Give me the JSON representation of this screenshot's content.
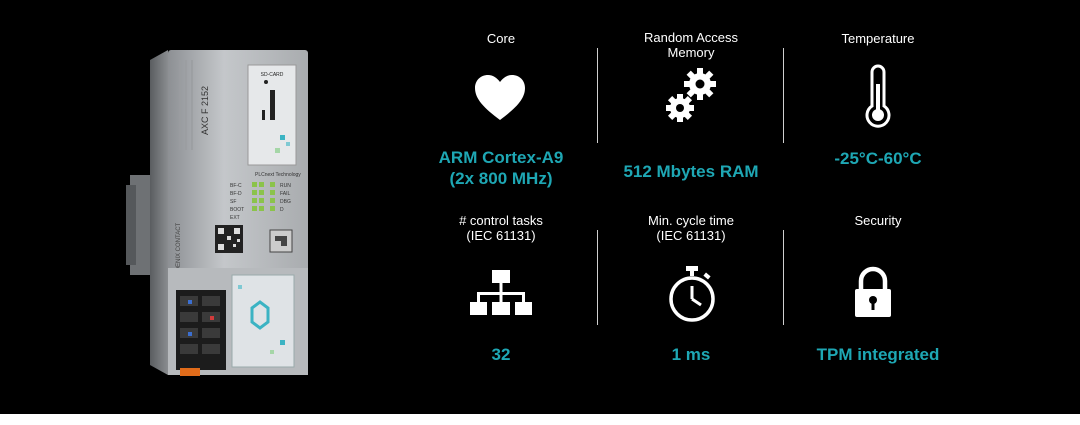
{
  "colors": {
    "background": "#000000",
    "accent": "#1ea7b4",
    "label": "#ffffff"
  },
  "specs": [
    {
      "label": "Core",
      "icon": "heart-icon",
      "value_line1": "ARM Cortex-A9",
      "value_line2": "(2x 800 MHz)"
    },
    {
      "label_line1": "Random Access",
      "label_line2": "Memory",
      "icon": "gears-icon",
      "value": "512 Mbytes RAM"
    },
    {
      "label": "Temperature",
      "icon": "thermometer-icon",
      "value": "-25°C-60°C"
    },
    {
      "label_line1": "# control tasks",
      "label_line2": "(IEC 61131)",
      "icon": "hierarchy-icon",
      "value": "32"
    },
    {
      "label_line1": "Min. cycle time",
      "label_line2": "(IEC 61131)",
      "icon": "stopwatch-icon",
      "value": "1 ms"
    },
    {
      "label": "Security",
      "icon": "padlock-icon",
      "value": "TPM integrated"
    }
  ],
  "device": {
    "model": "AXC F 2152",
    "brand": "PHOENIX CONTACT",
    "tech_label": "PLCnext Technology",
    "card_slot": "SD-CARD",
    "leds_left": [
      "BF-C",
      "BF-D",
      "SF",
      "BOOT",
      "EXT"
    ],
    "leds_right": [
      "RUN",
      "FAIL",
      "DBG",
      "D"
    ]
  }
}
